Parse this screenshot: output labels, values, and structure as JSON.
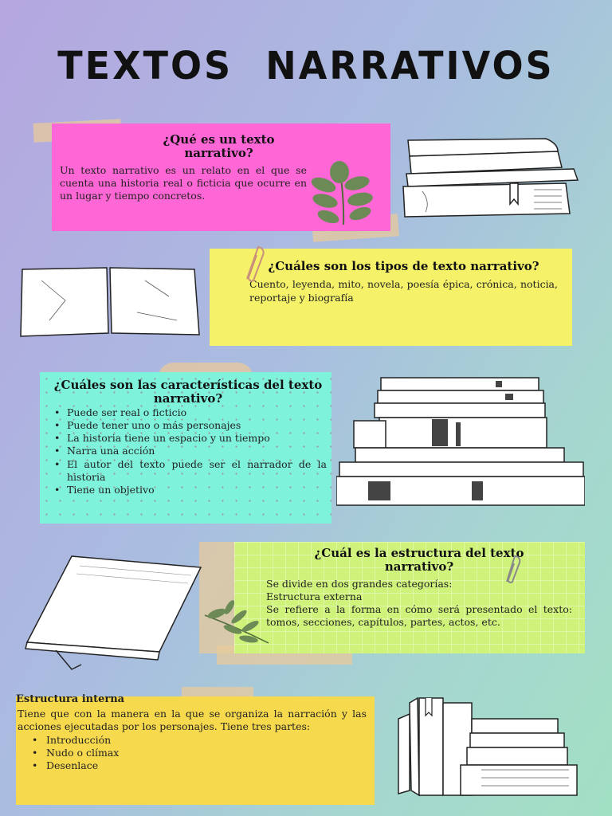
{
  "title": "TEXTOS  NARRATIVOS",
  "sections": {
    "que_es": {
      "heading": "¿Qué es un texto narrativo?",
      "body": "Un texto narrativo es un relato en el que se cuenta una historia real o ficticia que ocurre en un lugar y tiempo concretos."
    },
    "tipos": {
      "heading": "¿Cuáles son los tipos de texto narrativo?",
      "body": "Cuento, leyenda, mito, novela, poesía épica, crónica, noticia, reportaje y biografía"
    },
    "caracteristicas": {
      "heading": "¿Cuáles son las características del texto narrativo?",
      "items": [
        "Puede ser real o ficticio",
        "Puede tener uno o más personajes",
        "La historia tiene un espacio y un tiempo",
        "Narra una acción",
        "El autor del texto puede ser el narrador de la historia",
        "Tiene un objetivo"
      ]
    },
    "estructura": {
      "heading": "¿Cuál es la estructura del texto narrativo?",
      "line1": "Se divide en dos grandes categorías:",
      "line2": "Estructura externa",
      "line3": "Se refiere a la forma en cómo será presentado el texto: tomos, secciones, capítulos, partes, actos, etc."
    },
    "interna": {
      "heading": "Estructura interna",
      "body": "Tiene que con la manera en la que se organiza la narración y las acciones ejecutadas por los personajes. Tiene tres partes:",
      "items": [
        "Introducción",
        "Nudo o clímax",
        "Desenlace"
      ]
    }
  },
  "colors": {
    "pink": "#ff66d6",
    "yellow": "#f5f26a",
    "cyan": "#7ff2dc",
    "green": "#cff27a",
    "gold": "#f7d94e"
  },
  "icons": [
    "book-stack-icon",
    "open-book-icon",
    "closed-book-icon",
    "leaf-branch-icon",
    "paperclip-icon"
  ]
}
